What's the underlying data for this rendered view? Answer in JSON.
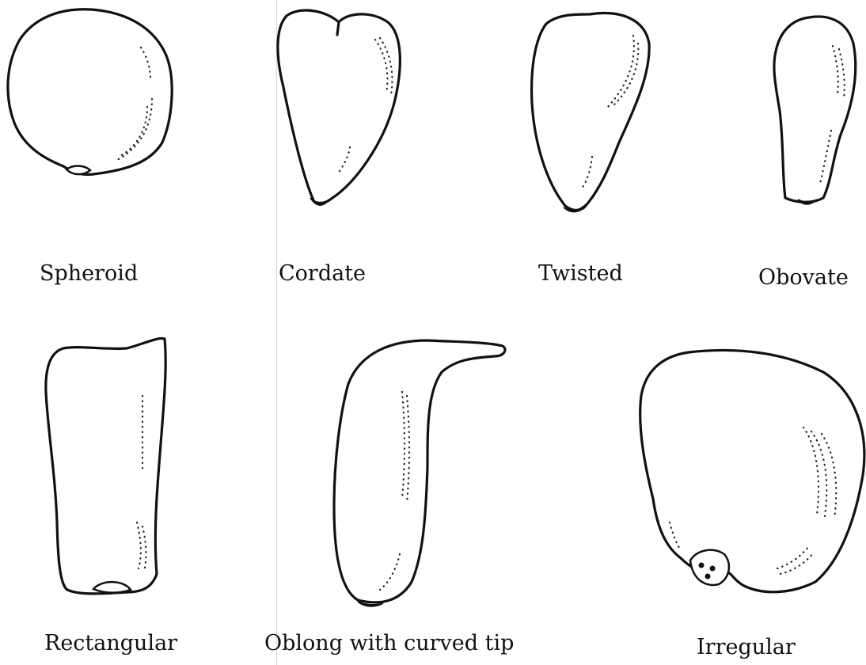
{
  "labels": {
    "spheroid": "Spheroid",
    "cordate": "Cordate",
    "twisted": "Twisted",
    "obovate": "Obovate",
    "rectangular": "Rectangular",
    "oblong_curved_tip": "Oblong with curved tip",
    "irregular": "Irregular"
  }
}
